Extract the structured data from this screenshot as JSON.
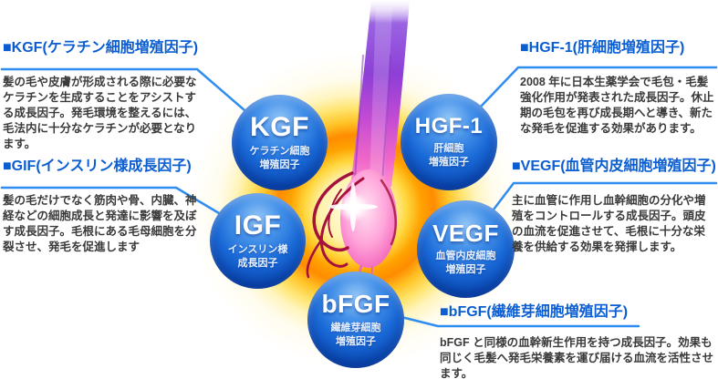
{
  "colors": {
    "heading_blue": "#0b5ed2",
    "connector_blue": "#2f8df2",
    "sphere_blue": "#0f57c8",
    "glow_orange": "#ff8c00",
    "body_text": "#3a3a3a"
  },
  "illustration": {
    "subject": "hair-follicle-with-blood-vessels"
  },
  "blocks": [
    {
      "id": "kgf",
      "heading": "■KGF(ケラチン細胞増殖因子)",
      "body": "髪の毛や皮膚が形成される際に必要な\nケラチンを生成することをアシストす\nる成長因子。発毛環境を整えるには、\n毛法内に十分なケラチンが必要となり\nます。"
    },
    {
      "id": "igf",
      "heading": "■GIF(インスリン様成長因子)",
      "body": "髪の毛だけでなく筋肉や骨、内臓、神\n経などの細胞成長と発達に影響を及ぼ\nす成長因子。毛根にある毛母細胞を分\n裂させ、発毛を促進します"
    },
    {
      "id": "hgf1",
      "heading": "■HGF-1(肝細胞増殖因子)",
      "body": "2008 年に日本生薬学会で毛包・毛髪\n強化作用が発表された成長因子。休止\n期の毛包を再び成長期へと導き、新た\nな発毛を促進する効果があります。"
    },
    {
      "id": "vegf",
      "heading": "■VEGF(血管内皮細胞増殖因子)",
      "body": "主に血管に作用し血幹細胞の分化や増\n殖をコントロールする成長因子。頭皮\nの血流を促進させて、毛根に十分な栄\n養を供給する効果を発揮します。"
    },
    {
      "id": "bfgf",
      "heading": "■bFGF(繊維芽細胞増殖因子)",
      "body": "bFGF と同様の血幹新生作用を持つ成長因子。効果も\n同じく毛髪へ発毛栄養素を運び届ける血流を活性させ\nます。"
    }
  ],
  "spheres": [
    {
      "acronym": "KGF",
      "line1": "ケラチン細胞",
      "line2": "増殖因子"
    },
    {
      "acronym": "HGF-1",
      "line1": "肝細胞",
      "line2": "増殖因子"
    },
    {
      "acronym": "IGF",
      "line1": "インスリン様",
      "line2": "成長因子"
    },
    {
      "acronym": "VEGF",
      "line1": "血管内皮細胞",
      "line2": "増殖因子"
    },
    {
      "acronym": "bFGF",
      "line1": "繊維芽細胞",
      "line2": "増殖因子"
    }
  ]
}
